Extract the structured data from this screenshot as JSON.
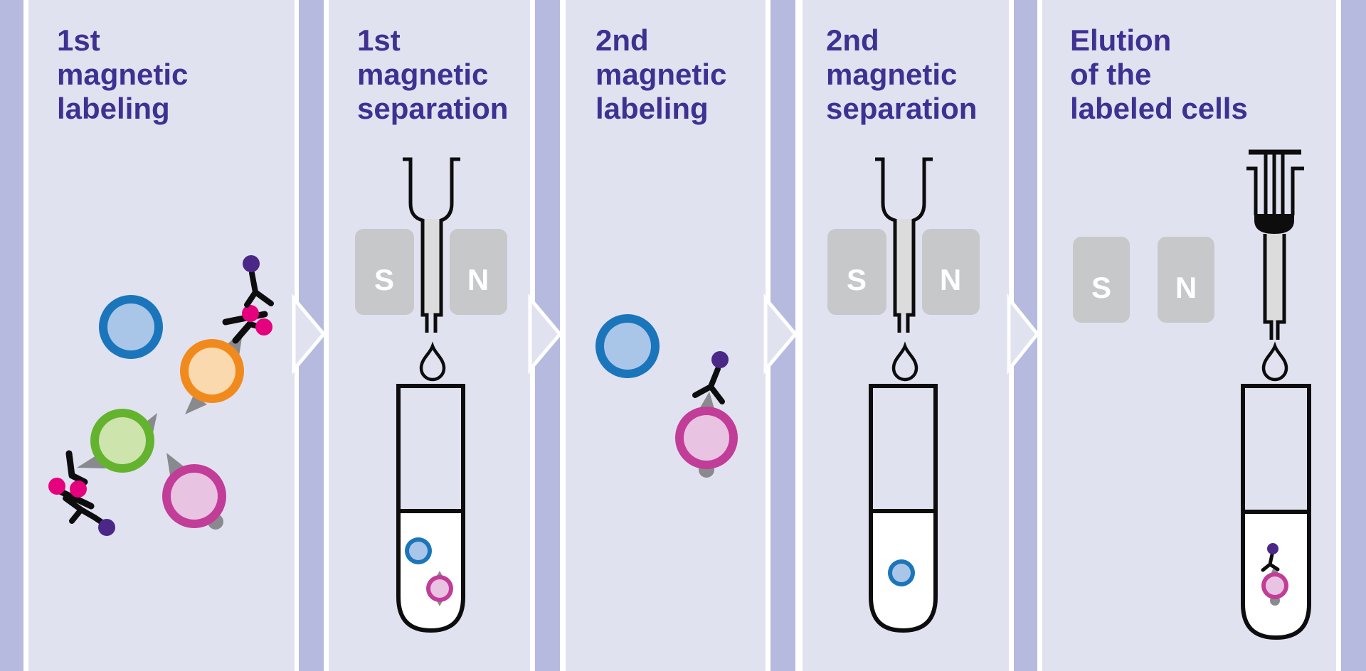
{
  "colors": {
    "panel_bg": "#e1e2f0",
    "strip": "#b6badf",
    "title": "#3e3192",
    "outline": "#0d0d0d",
    "magnet_fill": "#c7c8ca",
    "magnet_label": "#ffffff",
    "column_fill": "#dcdcdd",
    "spike_gray": "#898a8d",
    "cell_blue_ring": "#1b75bb",
    "cell_blue_inner": "#a9c6e8",
    "cell_orange_ring": "#f18a1d",
    "cell_orange_inner": "#fbd9ae",
    "cell_green_ring": "#64b32e",
    "cell_green_inner": "#cde4ad",
    "cell_pink_ring": "#c13d98",
    "cell_pink_inner": "#e9c3e2",
    "bead_magenta": "#e5007d",
    "dye_purple": "#4b2787"
  },
  "panels": [
    {
      "id": "first-magnetic-labeling",
      "title": "1st\nmagnetic\nlabeling"
    },
    {
      "id": "first-magnetic-separation",
      "title": "1st\nmagnetic\nseparation",
      "magnets": [
        {
          "label": "S"
        },
        {
          "label": "N"
        }
      ]
    },
    {
      "id": "second-magnetic-labeling",
      "title": "2nd\nmagnetic\nlabeling"
    },
    {
      "id": "second-magnetic-separation",
      "title": "2nd\nmagnetic\nseparation",
      "magnets": [
        {
          "label": "S"
        },
        {
          "label": "N"
        }
      ]
    },
    {
      "id": "elution-of-labeled-cells",
      "title": "Elution\nof the\nlabeled cells",
      "magnets": [
        {
          "label": "S"
        },
        {
          "label": "N"
        }
      ]
    }
  ],
  "icons": {
    "arrow_right": "chevron pointing right between panels",
    "cell": "two-tone circle",
    "antibody": "black Y shape",
    "magnetic_bead": "small magenta circle",
    "dye_molecule": "small purple circle",
    "magnet": "gray rounded rectangle with pole letter",
    "separation_column": "funnel with narrow gray column",
    "plunger": "syringe plunger with black seal",
    "droplet": "outlined teardrop",
    "test_tube": "round-bottom tube with liquid"
  }
}
